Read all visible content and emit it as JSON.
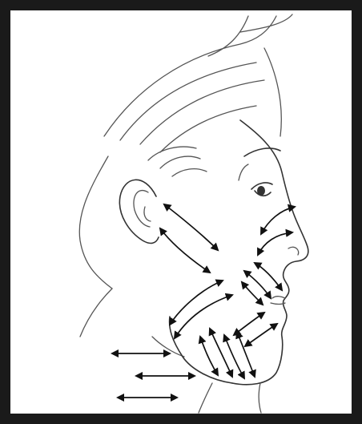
{
  "figure": {
    "subject": "face-profile-right",
    "frame_color": "#1a1a1a",
    "line_color": "#555555",
    "arrow_color": "#111111"
  },
  "arrows": [
    {
      "id": "ear-to-jaw-upper",
      "region": "cheek"
    },
    {
      "id": "ear-to-jaw-lower",
      "region": "cheek"
    },
    {
      "id": "under-eye-upper",
      "region": "under-eye"
    },
    {
      "id": "under-eye-lower",
      "region": "under-eye"
    },
    {
      "id": "nasolabial-1",
      "region": "nasolabial"
    },
    {
      "id": "nasolabial-2",
      "region": "nasolabial"
    },
    {
      "id": "nasolabial-3",
      "region": "nasolabial"
    },
    {
      "id": "jaw-curve-1",
      "region": "jawline"
    },
    {
      "id": "jaw-curve-2",
      "region": "jawline"
    },
    {
      "id": "chin-diagonal-1",
      "region": "chin"
    },
    {
      "id": "chin-diagonal-2",
      "region": "chin"
    },
    {
      "id": "chin-diagonal-3",
      "region": "chin"
    },
    {
      "id": "chin-diagonal-4",
      "region": "chin"
    },
    {
      "id": "mouth-corner-1",
      "region": "mouth"
    },
    {
      "id": "mouth-corner-2",
      "region": "mouth"
    },
    {
      "id": "neck-1",
      "region": "neck"
    },
    {
      "id": "neck-2",
      "region": "neck"
    },
    {
      "id": "neck-3",
      "region": "neck"
    }
  ]
}
